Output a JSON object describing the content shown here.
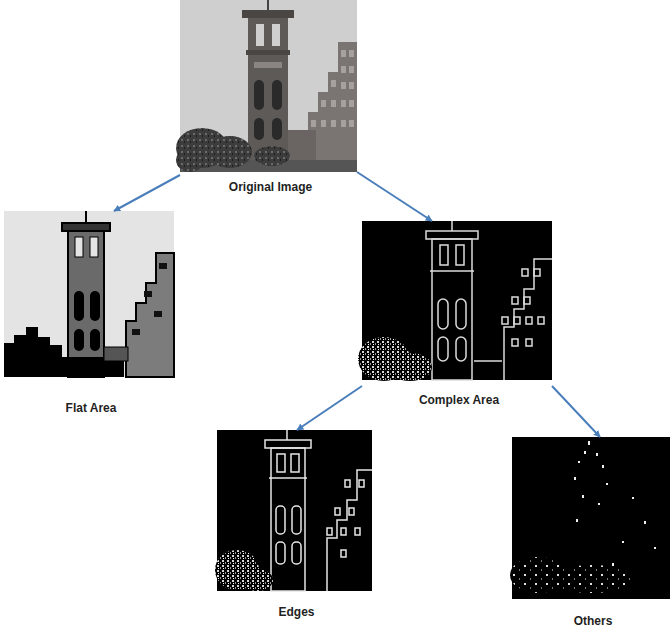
{
  "diagram": {
    "nodes": [
      {
        "text": [
          "Original Image"
        ]
      },
      {
        "text": [
          "Flat Area"
        ]
      },
      {
        "text": [
          "Complex Area"
        ]
      },
      {
        "text": [
          "Edges"
        ]
      },
      {
        "text": [
          "Others"
        ]
      }
    ],
    "edges": [
      {
        "from": 0,
        "to": 1,
        "arrow": "to"
      },
      {
        "from": 0,
        "to": 2,
        "arrow": "to"
      },
      {
        "from": 2,
        "to": 3,
        "arrow": "to"
      },
      {
        "from": 2,
        "to": 4,
        "arrow": "to"
      }
    ]
  }
}
